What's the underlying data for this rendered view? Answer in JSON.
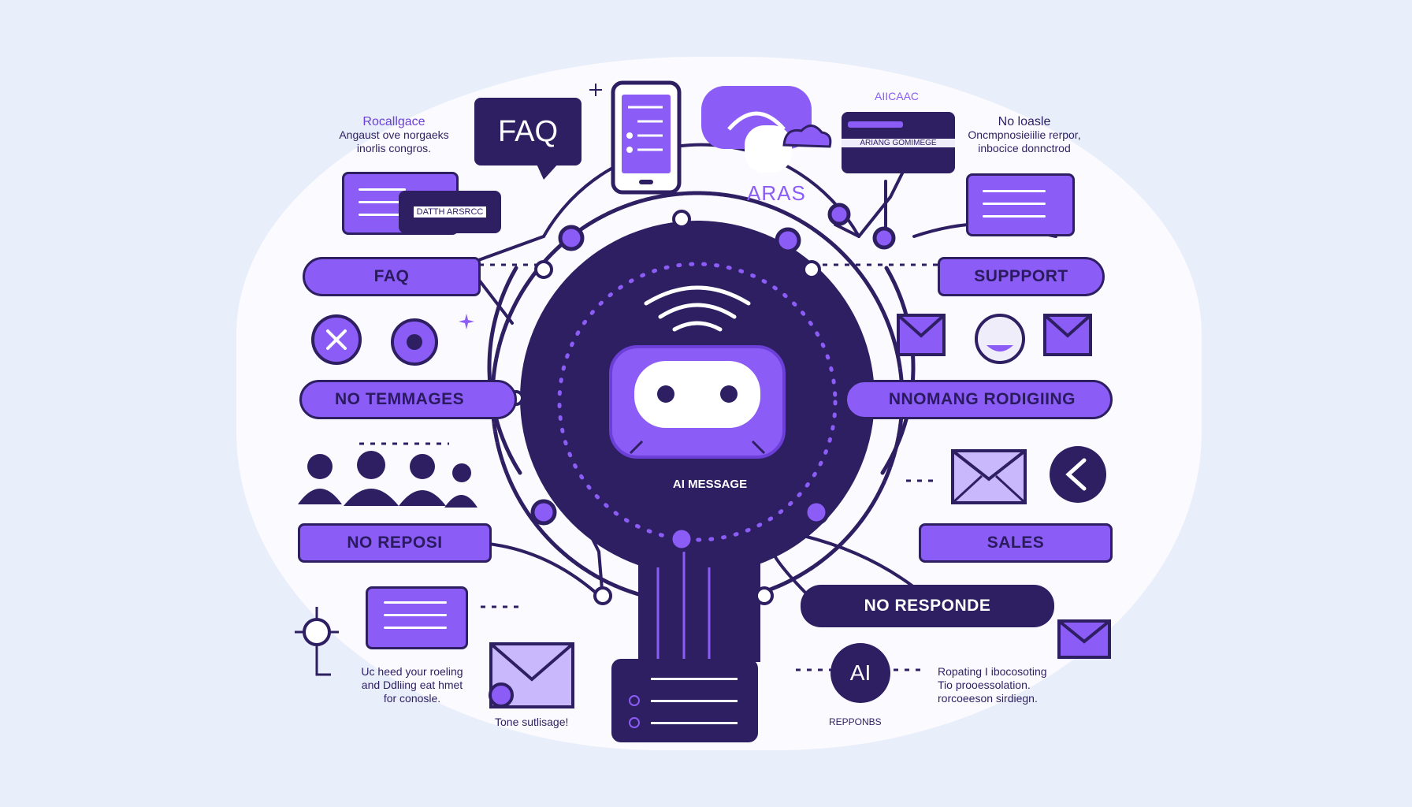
{
  "center": {
    "title": "AI MESSAGE",
    "brand": "ARAS"
  },
  "pills": {
    "faq": "FAQ",
    "support": "SUPPPORT",
    "no_temmages": "NO TEMMAGES",
    "nnomang": "NNOMANG RODIGIING",
    "no_reposi": "NO REPOSI",
    "sales": "SALES",
    "no_responde": "NO RESPONDE"
  },
  "faq_bubble": "FAQ",
  "small_box_left": "DATTH ARSRCC",
  "small_box_right": "ARIANG GOMIMEGE",
  "texts": {
    "top_left_title": "Rocallgace",
    "top_left_body1": "Angaust ove norgaeks",
    "top_left_body2": "inorlis congros.",
    "top_right_brand": "AIICAAC",
    "top_right_title": "No loasle",
    "top_right_body1": "Oncmpnosieiilie rerpor,",
    "top_right_body2": "inbocice donnctrod",
    "bottom_left_1": "Uc heed your roeling",
    "bottom_left_2": "and Ddliing eat hmet",
    "bottom_left_3": "for conosle.",
    "bottom_left_caption": "Tone sutlisage!",
    "bottom_right_1": "Ropating I ibocosoting",
    "bottom_right_2": "Tio prooessolation.",
    "bottom_right_3": "rorcoeeson sirdiegn.",
    "ai_badge": "AI",
    "ai_caption": "REPPONBS"
  },
  "colors": {
    "dark": "#2e1f63",
    "accent": "#8b5cf6",
    "light_accent": "#c9b8fb",
    "background": "#e8eefa"
  }
}
